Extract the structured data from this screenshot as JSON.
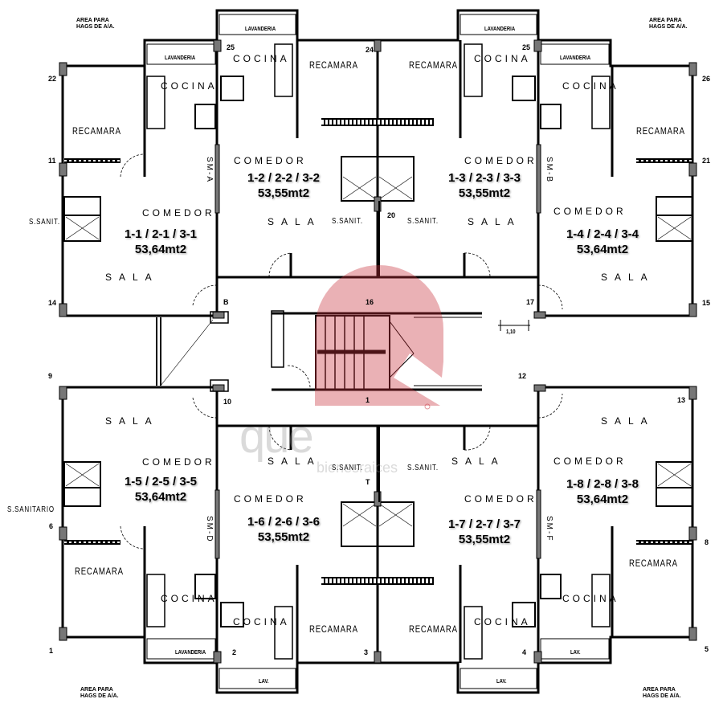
{
  "units": [
    {
      "id": "1-1 / 2-1 / 3-1",
      "area": "53,64mt2"
    },
    {
      "id": "1-2 / 2-2 / 3-2",
      "area": "53,55mt2"
    },
    {
      "id": "1-3 / 2-3 / 3-3",
      "area": "53,55mt2"
    },
    {
      "id": "1-4 / 2-4 / 3-4",
      "area": "53,64mt2"
    },
    {
      "id": "1-5 / 2-5 / 3-5",
      "area": "53,64mt2"
    },
    {
      "id": "1-6 / 2-6 / 3-6",
      "area": "53,55mt2"
    },
    {
      "id": "1-7 / 2-7 / 3-7",
      "area": "53,55mt2"
    },
    {
      "id": "1-8 / 2-8 / 3-8",
      "area": "53,64mt2"
    }
  ],
  "rooms": {
    "recamara": "RECAMARA",
    "cocina": "COCINA",
    "comedor": "COMEDOR",
    "sala": "SALA",
    "ssanit": "S.SANIT.",
    "ssanitario": "S.SANITARIO",
    "lavanderia": "LAVANDERIA",
    "lav": "LAV."
  },
  "shafts": [
    "SM-A",
    "SM-B",
    "SM-D",
    "SM-F"
  ],
  "area_note": {
    "line1": "AREA PARA",
    "line2": "HAGS DE A/A."
  },
  "axes": {
    "a22": "22",
    "a11": "11",
    "a14": "14",
    "a25": "25",
    "a24": "24",
    "a26": "26",
    "a21": "21",
    "a15": "15",
    "aB": "B",
    "a16": "16",
    "a17": "17",
    "a20": "20",
    "a9": "9",
    "a10": "10",
    "a1c": "1",
    "a12": "12",
    "a13": "13",
    "a6": "6",
    "a1": "1",
    "a2": "2",
    "a3": "3",
    "a4": "4",
    "a5": "5",
    "a8": "8",
    "aT": "T"
  },
  "dimension": "1,10",
  "watermark": {
    "word": "que",
    "sub": "bienesraices"
  },
  "colors": {
    "wall": "#000000",
    "column": "#777777",
    "watermark": "#c8323c"
  }
}
